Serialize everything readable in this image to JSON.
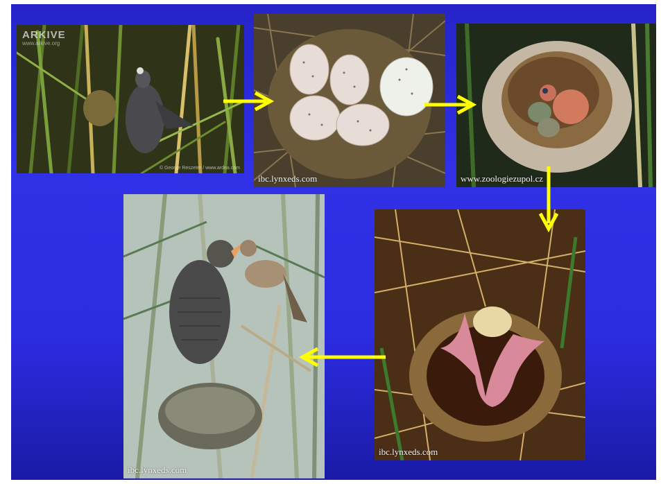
{
  "photos": {
    "cuckoo_at_nest": {
      "logo": "ARKIVE",
      "logo_url": "www.arkive.org",
      "photographer": "© George Reszeter / www.ardea.com"
    },
    "eggs_in_nest": {
      "credit": "ibc.lynxeds.com"
    },
    "chick_with_eggs": {
      "credit": "www.zoologiezupol.cz"
    },
    "chick_pushing_egg": {
      "credit": "ibc.lynxeds.com"
    },
    "host_feeding_cuckoo": {
      "credit": "ibc.lynxeds.com"
    }
  },
  "colors": {
    "background_top": "#2424c8",
    "background_bottom": "#1a1aa6",
    "arrow": "#ffff00"
  }
}
